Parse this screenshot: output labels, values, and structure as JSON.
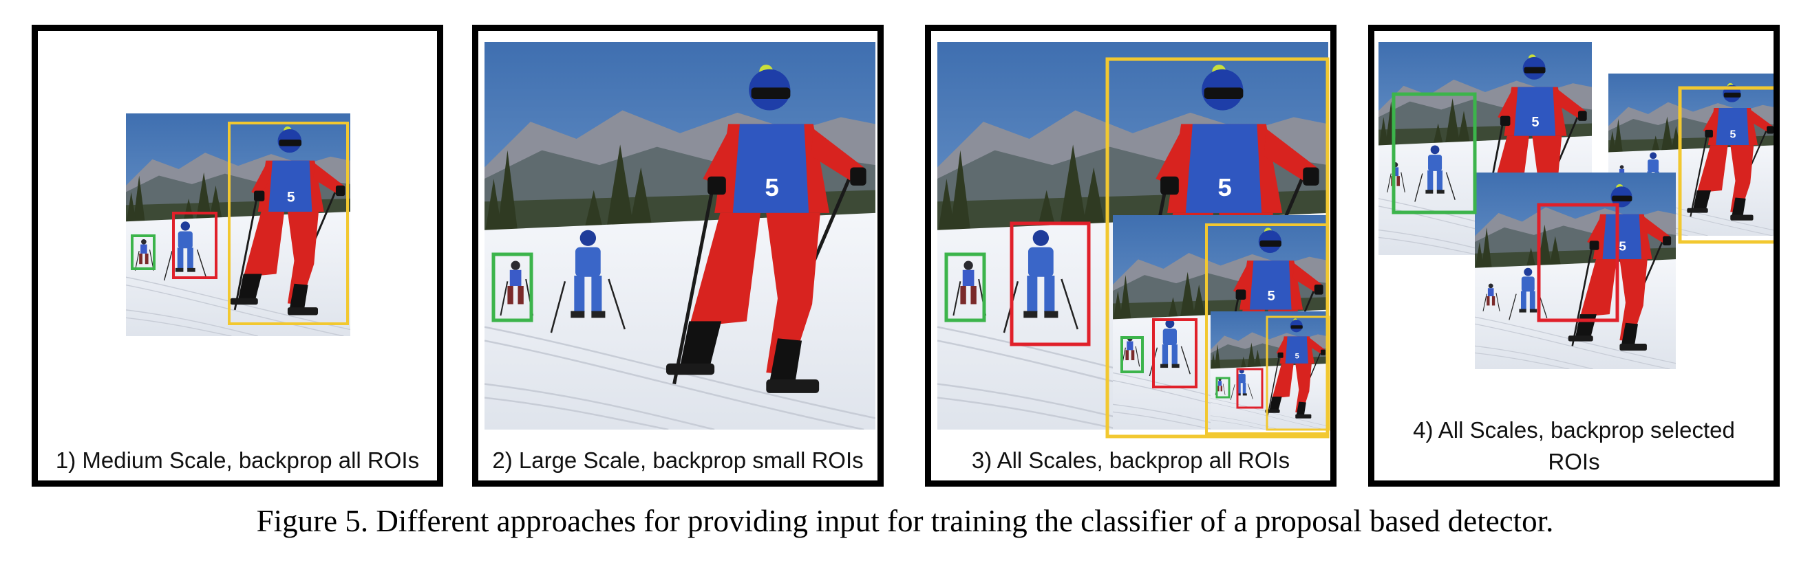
{
  "panels": [
    {
      "id": 1,
      "caption": "1) Medium Scale, backprop all ROIs"
    },
    {
      "id": 2,
      "caption": "2) Large Scale, backprop small ROIs"
    },
    {
      "id": 3,
      "caption": "3) All Scales, backprop all ROIs"
    },
    {
      "id": 4,
      "caption_lines": [
        "4) All Scales, backprop selected",
        "ROIs"
      ]
    }
  ],
  "figure_caption": "Figure 5. Different approaches for providing input for training the classifier of a proposal based detector.",
  "roi_colors": {
    "small": "#3cb44b",
    "medium": "#e0202a",
    "large": "#f2c830"
  },
  "bib_number": "5"
}
